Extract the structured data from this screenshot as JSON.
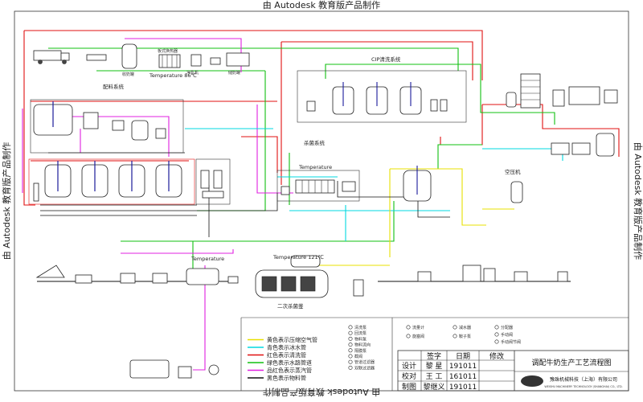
{
  "watermark": {
    "top": "由 Autodesk 教育版产品制作",
    "bottom": "由 Autodesk 教育版产品制作",
    "left": "由 Autodesk 教育版产品制作",
    "right": "由 Autodesk 教育版产品制作"
  },
  "systems": {
    "peiliao": "配料系统",
    "cip": "CIP清洗系统",
    "shajun": "杀菌系统",
    "erci": "二次杀菌釜",
    "kongyaji": "空压机"
  },
  "temperatures": {
    "pasteur": "Temperature 86℃",
    "kettle": "Temperature 121℃",
    "steril": "Temperature",
    "fill": "Temperature"
  },
  "legend": {
    "lines": [
      {
        "text": "黄色表示压缩空气管",
        "color": "#e8e000"
      },
      {
        "text": "青色表示冰水管",
        "color": "#00d8e0"
      },
      {
        "text": "红色表示清洗管",
        "color": "#e01010"
      },
      {
        "text": "绿色表示水路管道",
        "color": "#10c010"
      },
      {
        "text": "品红色表示蒸汽管",
        "color": "#e020e0"
      },
      {
        "text": "黑色表示物料管",
        "color": "#111111"
      }
    ],
    "symbols_col1": [
      "清洗泵",
      "回流泵",
      "物料泵",
      "物料流向",
      "隔膜泵",
      "截阀",
      "管道过滤器",
      "双联过滤器"
    ],
    "symbols_col2": [
      "流量计",
      "旋塞阀"
    ],
    "symbols_col3": [
      "减水器",
      "鞍子泵"
    ],
    "symbols_col4": [
      "分配器",
      "手动阀",
      "手动阀节阀"
    ]
  },
  "title_block": {
    "headers": [
      "签字",
      "日期",
      "修改"
    ],
    "rows": [
      {
        "role": "设计",
        "name": "黎 星",
        "date": "191011"
      },
      {
        "role": "校对",
        "name": "王 工",
        "date": "161011"
      },
      {
        "role": "制图",
        "name": "黎继义",
        "date": "191011"
      }
    ],
    "title": "调配牛奶生产工艺流程图",
    "company": "豫珠机械科技（上海）有限公司",
    "company_en": "WEISHU MACHINERY TECHNOLOGY (SHANGHAI) CO., LTD."
  }
}
